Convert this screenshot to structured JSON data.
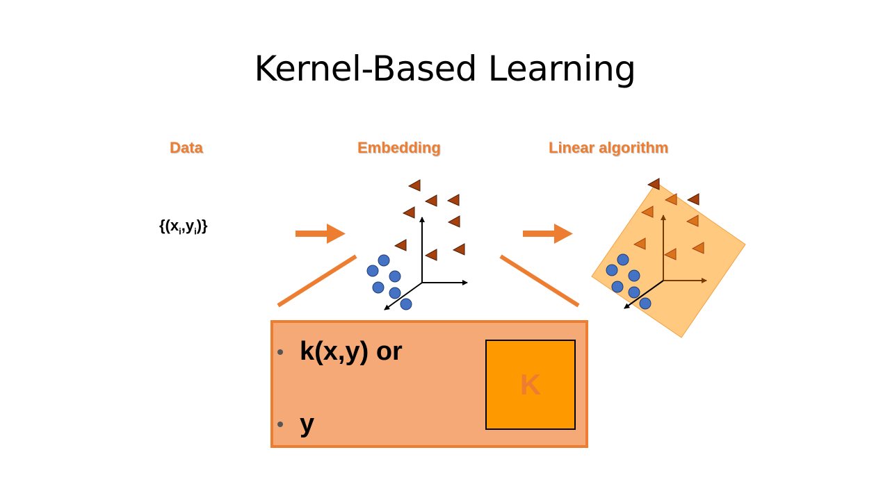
{
  "title": "Kernel-Based Learning",
  "labels": {
    "data": "Data",
    "embedding": "Embedding",
    "linear": "Linear algorithm"
  },
  "data_formula": {
    "open": "{(x",
    "sub_i_1": "i",
    "comma": ",y",
    "sub_i_2": "i",
    "close": ")}"
  },
  "kernel_box": {
    "bullets": [
      "k(x,y) or",
      "y"
    ],
    "matrix_label": "K"
  },
  "colors": {
    "accent": "#ED7D31",
    "box_fill": "#F4A976",
    "matrix_fill": "#FF9900",
    "plane_fill": "#FFC980",
    "triangle": "#A5400F",
    "circle": "#4472C4"
  },
  "icons": [
    "arrow-right-icon",
    "triangle-point-icon",
    "circle-point-icon"
  ]
}
